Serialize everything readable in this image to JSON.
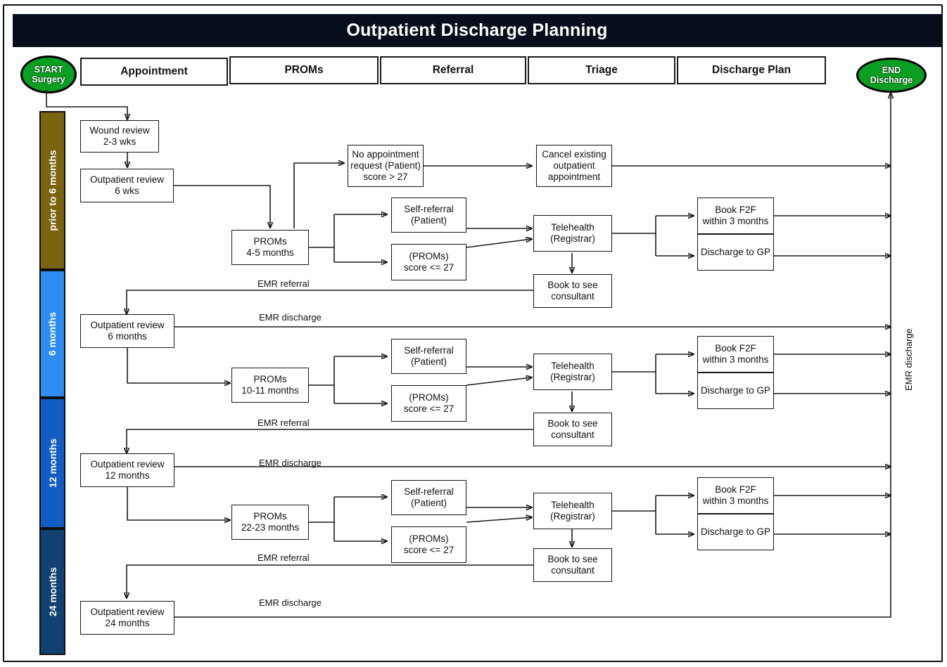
{
  "header": {
    "title": "Outpatient Discharge Planning",
    "title_bg": "#060e1c"
  },
  "start_node": {
    "line1": "START",
    "line2": "Surgery",
    "color": "#0a9e22"
  },
  "end_node": {
    "line1": "END",
    "line2": "Discharge",
    "color": "#0a9e22"
  },
  "columns": [
    {
      "label": "Appointment"
    },
    {
      "label": "PROMs"
    },
    {
      "label": "Referral"
    },
    {
      "label": "Triage"
    },
    {
      "label": "Discharge Plan"
    }
  ],
  "bands": [
    {
      "label": "prior to 6 months",
      "color": "#7a6412"
    },
    {
      "label": "6 months",
      "color": "#2f8bf0"
    },
    {
      "label": "12 months",
      "color": "#125cc4"
    },
    {
      "label": "24 months",
      "color": "#12406f"
    }
  ],
  "nodes": {
    "wound_review": {
      "line1": "Wound review",
      "line2": "2-3 wks"
    },
    "outpatient_6wks": {
      "line1": "Outpatient review",
      "line2": "6 wks"
    },
    "no_appt_request": {
      "line1": "No appointment",
      "line2": "request (Patient)",
      "line3": "score > 27"
    },
    "cancel_existing": {
      "line1": "Cancel existing",
      "line2": "outpatient",
      "line3": "appointment"
    },
    "proms_4_5": {
      "line1": "PROMs",
      "line2": "4-5 months"
    },
    "proms_10_11": {
      "line1": "PROMs",
      "line2": "10-11 months"
    },
    "proms_22_23": {
      "line1": "PROMs",
      "line2": "22-23 months"
    },
    "self_referral": {
      "line1": "Self-referral",
      "line2": "(Patient)"
    },
    "proms_score": {
      "line1": "(PROMs)",
      "line2": "score <= 27"
    },
    "telehealth": {
      "line1": "Telehealth",
      "line2": "(Registrar)"
    },
    "book_consultant": {
      "line1": "Book to see",
      "line2": "consultant"
    },
    "book_f2f": {
      "line1": "Book F2F",
      "line2": "within 3 months"
    },
    "discharge_gp": {
      "line1": "Discharge to GP"
    },
    "outpatient_6m": {
      "line1": "Outpatient review",
      "line2": "6 months"
    },
    "outpatient_12m": {
      "line1": "Outpatient review",
      "line2": "12 months"
    },
    "outpatient_24m": {
      "line1": "Outpatient review",
      "line2": "24 months"
    }
  },
  "edge_labels": {
    "emr_referral": "EMR referral",
    "emr_discharge": "EMR discharge",
    "emr_discharge_vertical": "EMR discharge"
  }
}
